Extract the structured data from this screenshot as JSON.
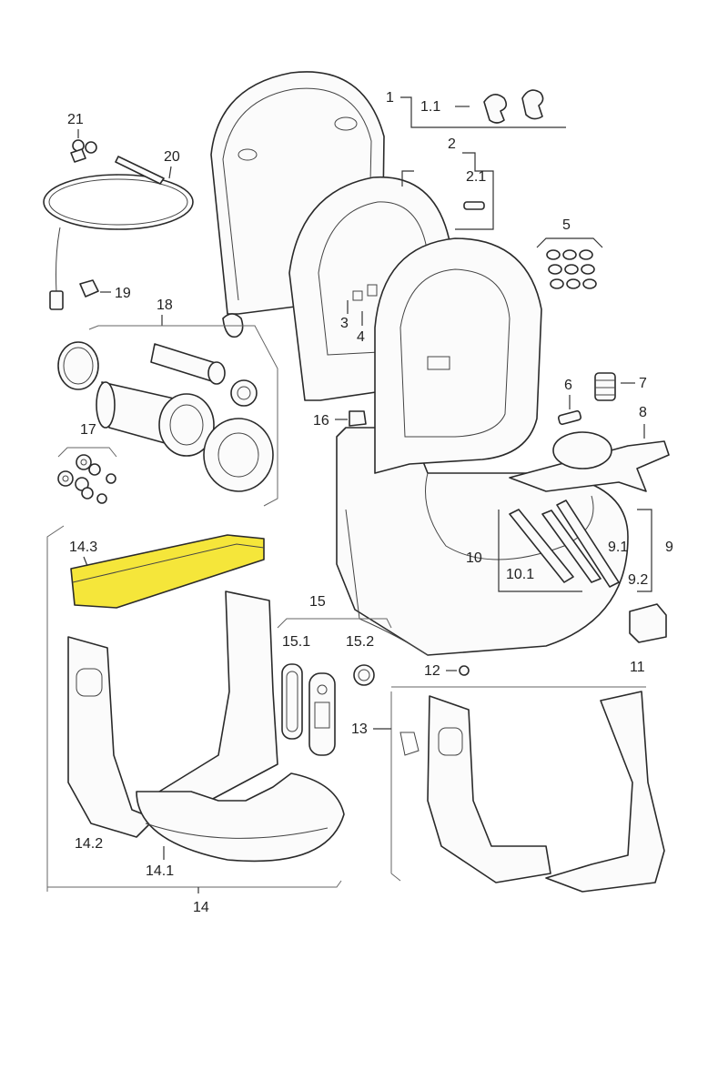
{
  "labels": {
    "l1": "1",
    "l1_1": "1.1",
    "l2": "2",
    "l2_1": "2.1",
    "l3": "3",
    "l4": "4",
    "l5": "5",
    "l6": "6",
    "l7": "7",
    "l8": "8",
    "l9": "9",
    "l9_1": "9.1",
    "l9_2": "9.2",
    "l10": "10",
    "l10_1": "10.1",
    "l11": "11",
    "l12": "12",
    "l13": "13",
    "l14": "14",
    "l14_1": "14.1",
    "l14_2": "14.2",
    "l14_3": "14.3",
    "l15": "15",
    "l15_1": "15.1",
    "l15_2": "15.2",
    "l16": "16",
    "l17": "17",
    "l18": "18",
    "l19": "19",
    "l20": "20",
    "l21": "21"
  },
  "colors": {
    "highlight": "#f5e63a",
    "line": "#2a2a2a",
    "background": "#ffffff"
  },
  "highlighted_part": "14.3"
}
